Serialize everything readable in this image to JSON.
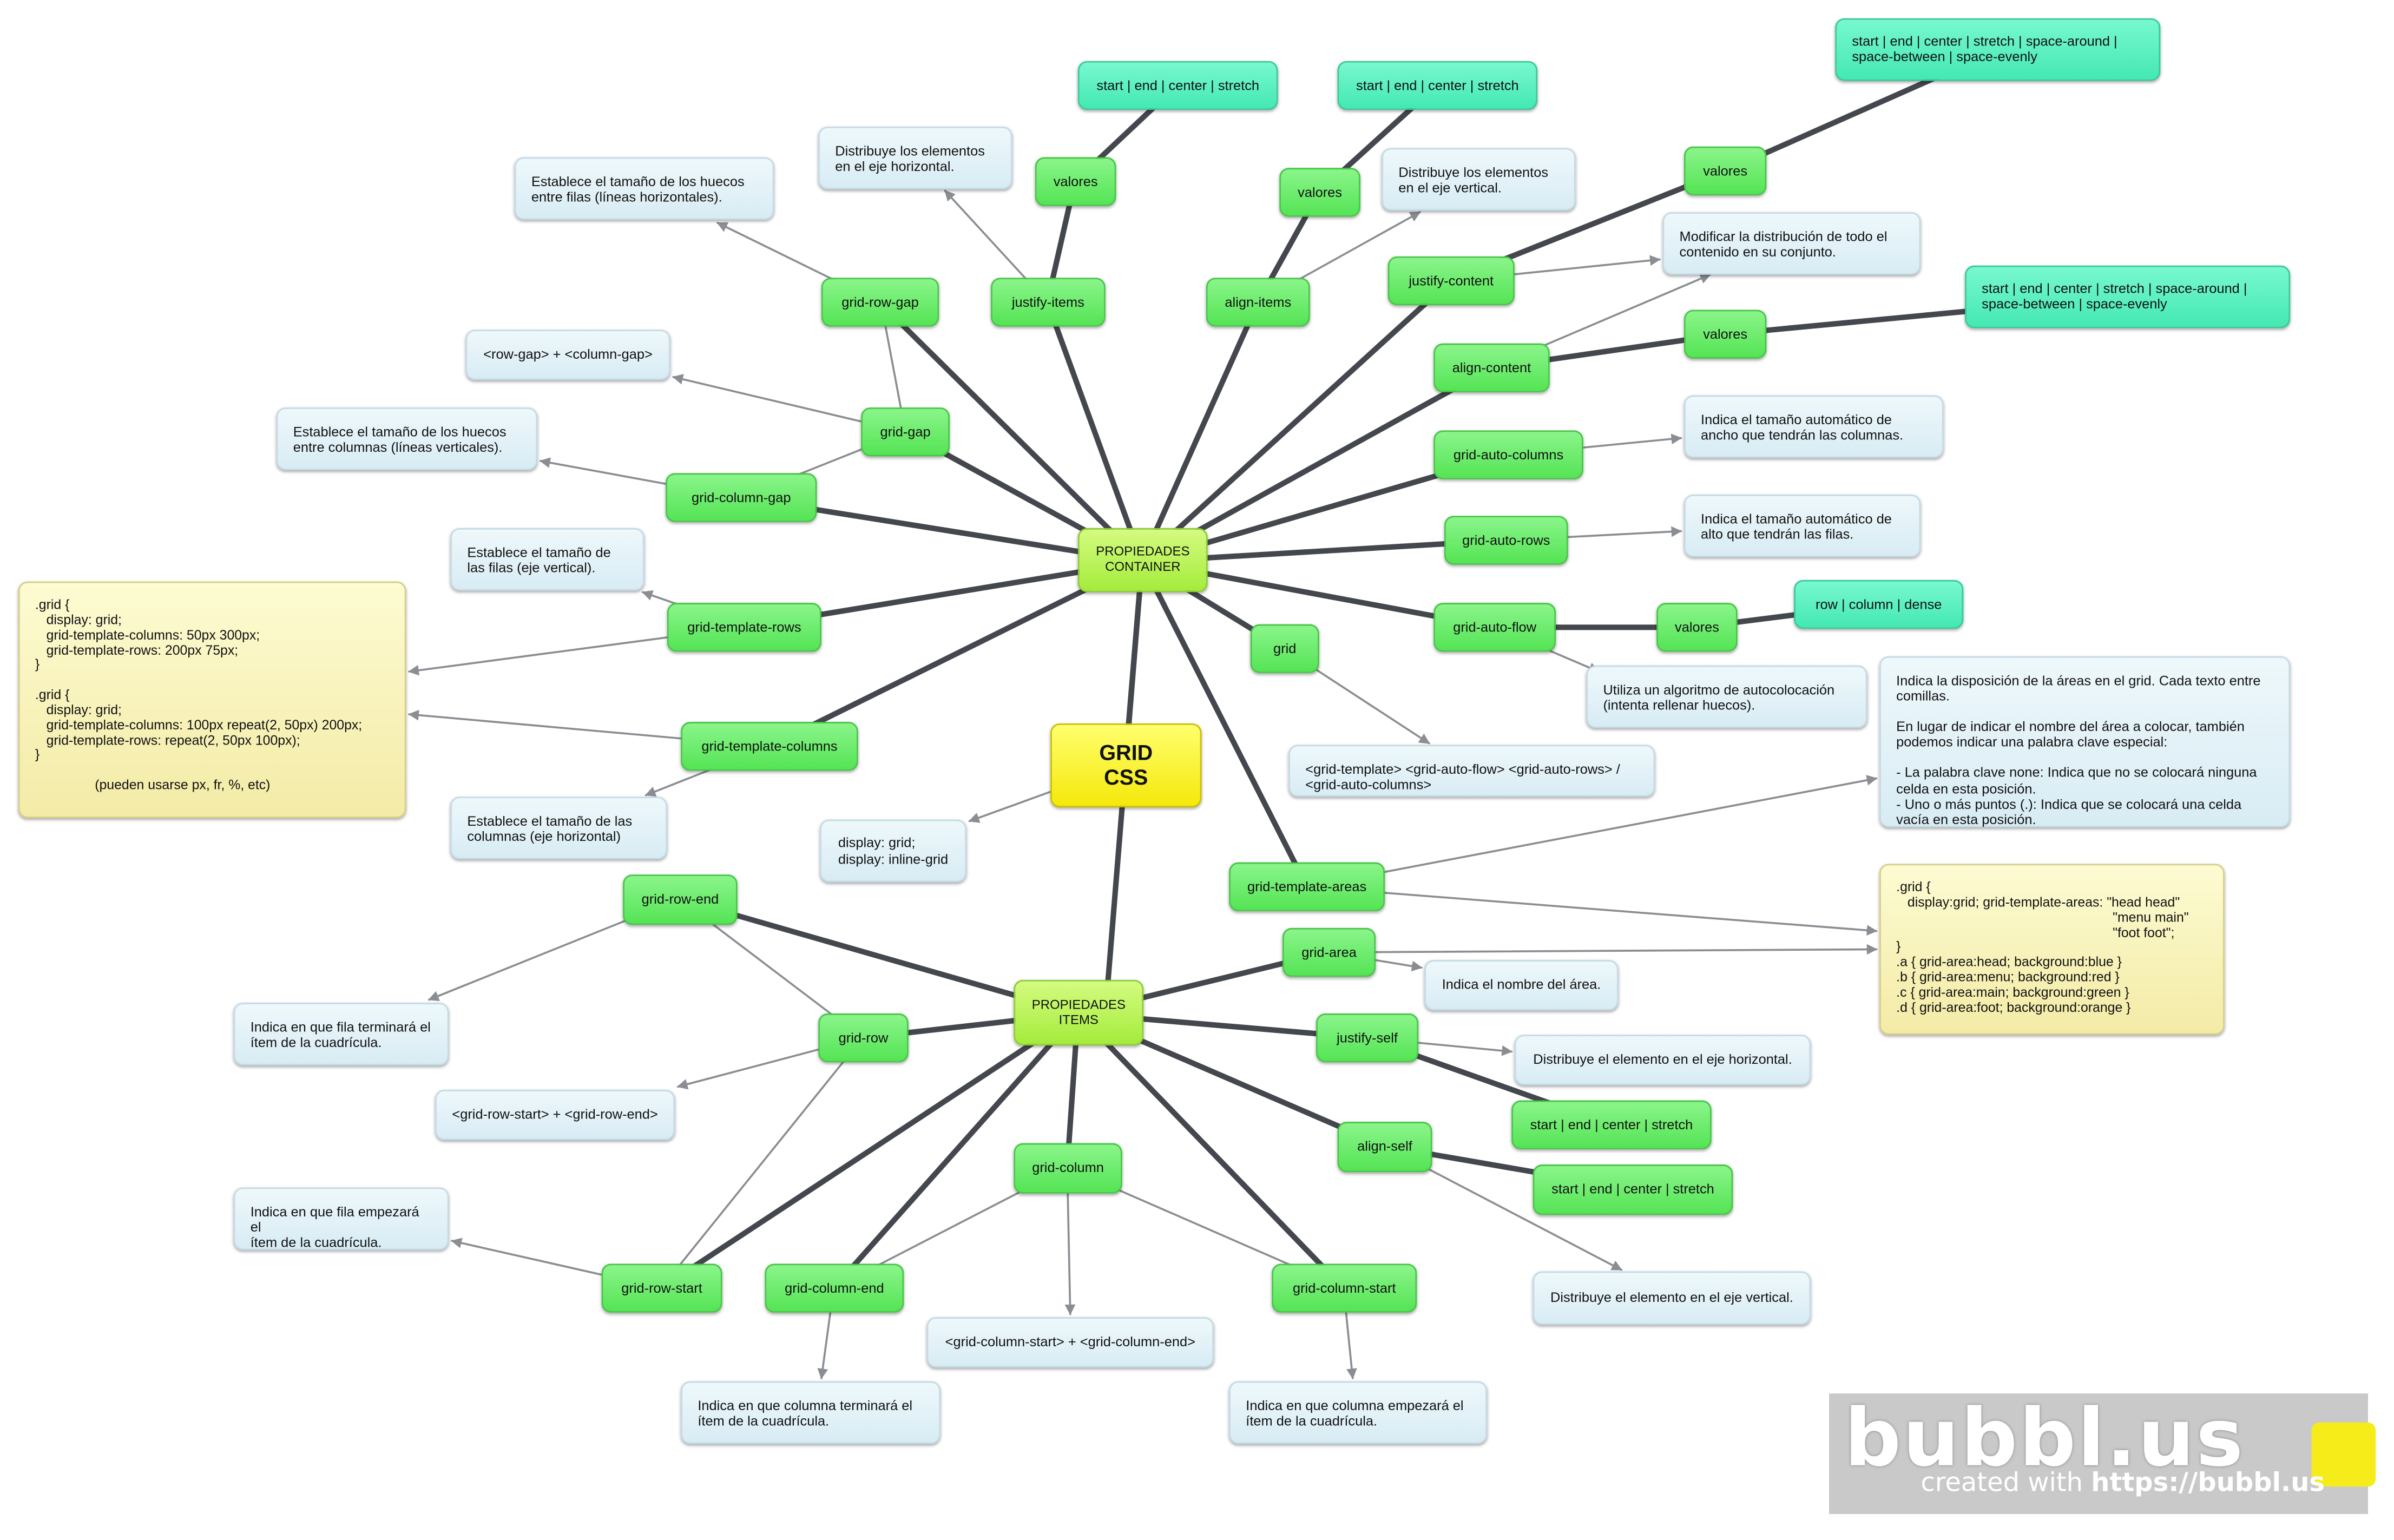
{
  "colors": {
    "root": "#f5e80a",
    "group": "#a4ec3c",
    "property": "#55e455",
    "values": "#44e8b2",
    "note": "#d8ecf4",
    "code": "#f3eba6",
    "strong_link": "#44474e",
    "thin_link": "#8a8d92"
  },
  "nodes": {
    "root": "GRID\nCSS",
    "display_note": "display: grid;\ndisplay: inline-grid",
    "container": "PROPIEDADES\nCONTAINER",
    "items": "PROPIEDADES\nITEMS",
    "grid_row_gap": "grid-row-gap",
    "row_gap_desc": "Establece el tamaño de los huecos\nentre filas (líneas horizontales).",
    "justify_items": "justify-items",
    "justify_items_values": "valores",
    "justify_items_options": "start | end | center | stretch",
    "justify_items_desc": "Distribuye los elementos\nen el eje horizontal.",
    "align_items": "align-items",
    "align_items_values": "valores",
    "align_items_options": "start | end | center | stretch",
    "align_items_desc": "Distribuye los elementos\nen el eje vertical.",
    "justify_content": "justify-content",
    "justify_content_values": "valores",
    "justify_content_options": "start | end | center | stretch | space-around |\nspace-between | space-evenly",
    "justify_content_desc": "Modificar la distribución de todo el\ncontenido en su conjunto.",
    "align_content": "align-content",
    "align_content_values": "valores",
    "align_content_options": "start | end | center | stretch | space-around |\nspace-between | space-evenly",
    "grid_gap": "grid-gap",
    "grid_gap_desc": "<row-gap> + <column-gap>",
    "grid_column_gap": "grid-column-gap",
    "column_gap_desc": "Establece el tamaño de los huecos\nentre columnas (líneas verticales).",
    "grid_auto_columns": "grid-auto-columns",
    "auto_columns_desc": "Indica el tamaño automático de\nancho que tendrán las columnas.",
    "grid_auto_rows": "grid-auto-rows",
    "auto_rows_desc": "Indica el tamaño automático de\nalto que tendrán las filas.",
    "grid_auto_flow": "grid-auto-flow",
    "auto_flow_values": "valores",
    "auto_flow_options": "row | column | dense",
    "auto_flow_desc": "Utiliza un algoritmo de autocolocación\n(intenta rellenar huecos).",
    "grid_template_rows": "grid-template-rows",
    "template_rows_desc": "Establece el tamaño de\nlas filas (eje vertical).",
    "grid_template_columns": "grid-template-columns",
    "template_columns_desc": "Establece el tamaño de las\ncolumnas (eje horizontal)",
    "template_code": ".grid {\n   display: grid;\n   grid-template-columns: 50px 300px;\n   grid-template-rows: 200px 75px;\n}\n\n.grid {\n   display: grid;\n   grid-template-columns: 100px repeat(2, 50px) 200px;\n   grid-template-rows: repeat(2, 50px 100px);\n}\n\n                (pueden usarse px, fr, %, etc)",
    "grid": "grid",
    "grid_desc": "<grid-template> <grid-auto-flow> <grid-auto-rows> /\n<grid-auto-columns>",
    "grid_template_areas": "grid-template-areas",
    "template_areas_desc": "Indica la disposición de la áreas en el grid. Cada texto entre\ncomillas.\n\nEn lugar de indicar el nombre del área a colocar, también\npodemos indicar una palabra clave especial:\n\n- La palabra clave none: Indica que no se colocará ninguna\ncelda en esta posición.\n- Uno o más puntos (.): Indica que se colocará una celda\nvacía en esta posición.",
    "template_areas_code": ".grid {\n   display:grid; grid-template-areas: \"head head\"\n                                                          \"menu main\"\n                                                          \"foot foot\";\n}\n.a { grid-area:head; background:blue }\n.b { grid-area:menu; background:red }\n.c { grid-area:main; background:green }\n.d { grid-area:foot; background:orange }",
    "grid_area": "grid-area",
    "grid_area_desc": "Indica el nombre del área.",
    "justify_self": "justify-self",
    "justify_self_desc": "Distribuye el elemento en el eje horizontal.",
    "justify_self_options": "start | end | center | stretch",
    "align_self": "align-self",
    "align_self_options": "start | end | center | stretch",
    "align_self_desc": "Distribuye el elemento en el eje vertical.",
    "grid_row_end": "grid-row-end",
    "row_end_desc": "Indica en que fila terminará el\nítem de la cuadrícula.",
    "grid_row": "grid-row",
    "grid_row_desc": "<grid-row-start> + <grid-row-end>",
    "grid_row_start": "grid-row-start",
    "row_start_desc": "Indica en que fila empezará el\nítem de la cuadrícula.",
    "grid_column": "grid-column",
    "grid_column_desc": "<grid-column-start> + <grid-column-end>",
    "grid_column_end": "grid-column-end",
    "column_end_desc": "Indica en que columna terminará el\nítem de la cuadrícula.",
    "grid_column_start": "grid-column-start",
    "column_start_desc": "Indica en que columna empezará el\nítem de la cuadrícula."
  },
  "branding": {
    "logo": "bubbl.us",
    "tagline_prefix": "created with ",
    "tagline_link": "https://bubbl.us"
  }
}
